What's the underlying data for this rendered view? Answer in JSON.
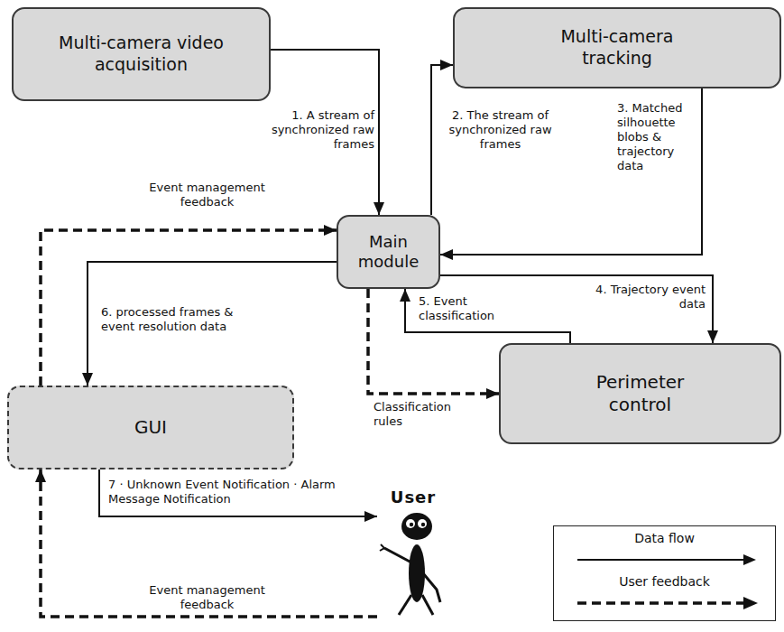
{
  "diagram": {
    "nodes": [
      {
        "text": [
          "Multi-camera video acquisition"
        ]
      },
      {
        "text": [
          "Multi-camera tracking"
        ]
      },
      {
        "text": [
          "Main module"
        ]
      },
      {
        "text": [
          "GUI"
        ]
      },
      {
        "text": [
          "Perimeter control"
        ]
      },
      {
        "text": [
          "User"
        ]
      }
    ],
    "edges": [
      {
        "from": 0,
        "to": 2,
        "arrow": "to",
        "label": "1. A stream of synchronized raw frames"
      },
      {
        "from": 2,
        "to": 1,
        "arrow": "to",
        "label": "2. The stream of synchronized raw frames"
      },
      {
        "from": 1,
        "to": 2,
        "arrow": "to",
        "label": "3. Matched silhouette blobs & trajectory data"
      },
      {
        "from": 2,
        "to": 4,
        "arrow": "to",
        "label": "4. Trajectory event data"
      },
      {
        "from": 4,
        "to": 2,
        "arrow": "to",
        "label": "5. Event classification"
      },
      {
        "from": 2,
        "to": 4,
        "arrow": "to",
        "label": "Classification rules"
      },
      {
        "from": 3,
        "to": 2,
        "arrow": "to",
        "label": "Event management feedback"
      },
      {
        "from": 2,
        "to": 3,
        "arrow": "to",
        "label": "6. processed frames & event resolution data"
      },
      {
        "from": 3,
        "to": 5,
        "arrow": "to",
        "label": "7 · Unknown Event Notification · Alarm Message Notification"
      },
      {
        "from": 5,
        "to": 3,
        "arrow": "to",
        "label": "Event management feedback"
      }
    ],
    "legend": [
      {
        "text": "Data flow"
      },
      {
        "text": "User feedback"
      }
    ]
  }
}
